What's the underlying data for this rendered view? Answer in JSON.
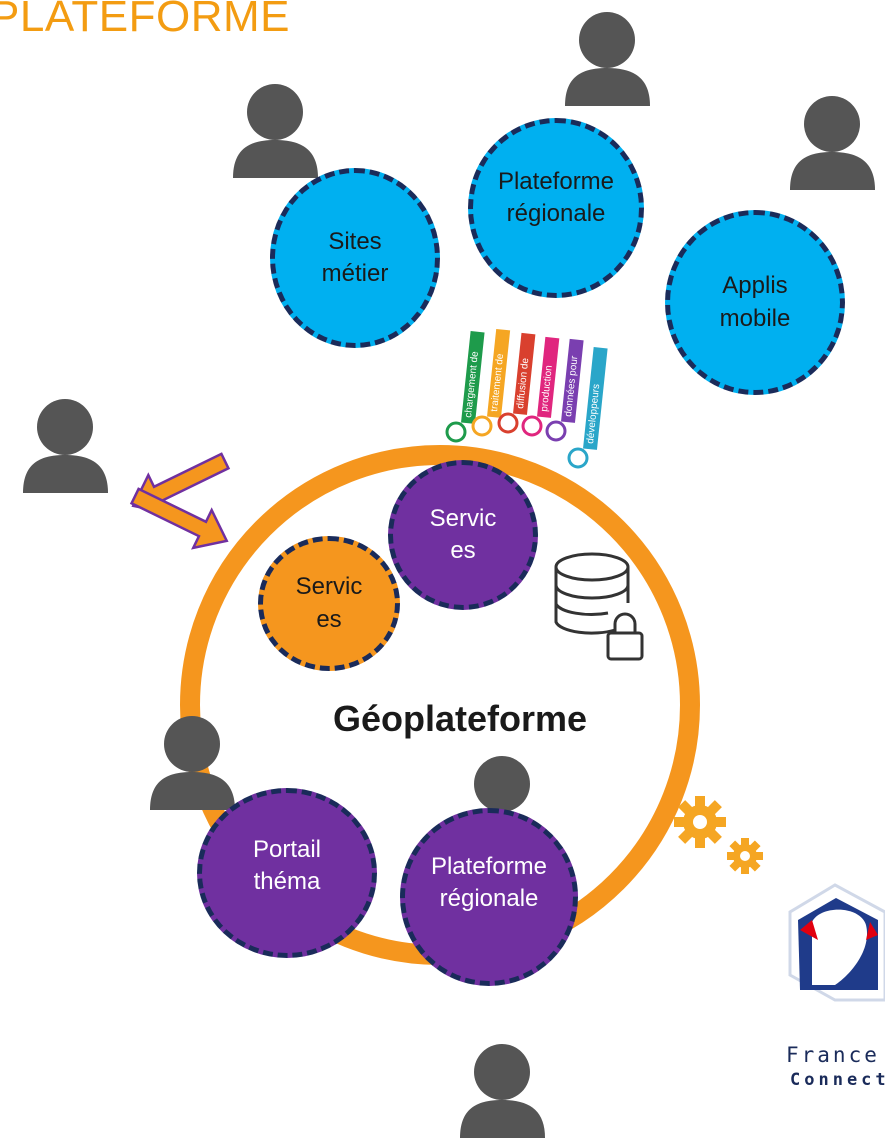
{
  "title": "PLATEFORME",
  "center_label": "Géoplateforme",
  "outer_bubbles": {
    "sites": [
      "Sites",
      "métier"
    ],
    "plateforme_top": [
      "Plateforme",
      "régionale"
    ],
    "applis": [
      "Applis",
      "mobile"
    ]
  },
  "inner_bubbles": {
    "services_purple": [
      "Servic",
      "es"
    ],
    "services_orange": [
      "Servic",
      "es"
    ],
    "portail": [
      "Portail",
      "théma"
    ],
    "plateforme_bottom": [
      "Plateforme",
      "régionale"
    ]
  },
  "api_tags": [
    {
      "label": "chargement de",
      "color": "#1e9b4b"
    },
    {
      "label": "traitement de",
      "color": "#f5a623"
    },
    {
      "label": "diffusion de",
      "color": "#d9402e"
    },
    {
      "label": "production",
      "color": "#e0267e"
    },
    {
      "label": "données pour",
      "color": "#7a3fb0"
    },
    {
      "label": "développeurs",
      "color": "#2aa6c9"
    }
  ],
  "france_connect": {
    "line1": "France",
    "line2": "Connect"
  },
  "colors": {
    "orange": "#f5961e",
    "blue": "#00b0f0",
    "purple": "#7030a0",
    "dark_blue": "#1a2b5a",
    "person": "#555555"
  }
}
